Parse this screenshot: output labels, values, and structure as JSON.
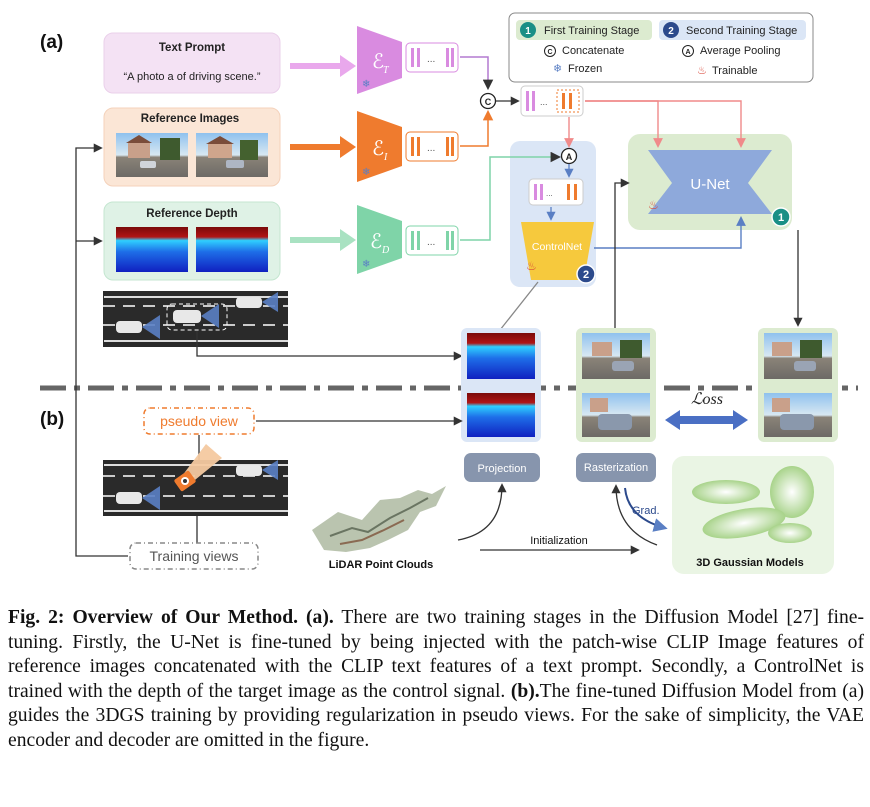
{
  "labels": {
    "part_a": "(a)",
    "part_b": "(b)",
    "text_prompt_title": "Text Prompt",
    "text_prompt_body": "“A photo a of driving scene.”",
    "reference_images": "Reference Images",
    "reference_depth": "Reference Depth",
    "controlnet": "ControlNet",
    "unet": "U-Net",
    "projection": "Projection",
    "rasterization": "Rasterization",
    "loss": "ℒoss",
    "pseudo_view": "pseudo view",
    "training_views": "Training views",
    "lidar": "LiDAR Point Clouds",
    "initialization": "Initialization",
    "gaussian": "3D Gaussian Models",
    "grad": "Grad.",
    "enc_t": "ℰ",
    "enc_t_sub": "T",
    "enc_i_sub": "I",
    "enc_d_sub": "D",
    "dots": "..."
  },
  "legend": {
    "stage1_num": "1",
    "stage1": "First Training Stage",
    "stage2_num": "2",
    "stage2": "Second Training Stage",
    "concat_sym": "C",
    "concat": "Concatenate",
    "avgpool_sym": "A",
    "avgpool": "Average Pooling",
    "frozen": "Frozen",
    "trainable": "Trainable"
  },
  "caption": {
    "fig_label": "Fig. 2: Overview of Our Method. (a).",
    "part1": " There are two training stages in the Diffusion Model [27] fine-tuning. Firstly, the U-Net is fine-tuned by being injected with the patch-wise CLIP Image features of reference images concatenated with the CLIP text features of a text prompt. Secondly, a ControlNet is trained with the depth of the target image as the control signal. ",
    "b_label": "(b).",
    "part2": "The fine-tuned Diffusion Model from (a) guides the 3DGS training by providing regularization in pseudo views. For the sake of simplicity, the VAE encoder and decoder are omitted in the figure."
  },
  "colors": {
    "text_purple": "#d98be0",
    "image_orange": "#ef7b2e",
    "depth_green": "#7fd4a8",
    "stage1_green": "#dcebd0",
    "stage2_blue": "#dbe6f6",
    "unet_blue": "#8ea9db",
    "controlnet_yellow": "#f6c93d",
    "badge_teal": "#1a8f86",
    "badge_navy": "#2c4a8c"
  }
}
